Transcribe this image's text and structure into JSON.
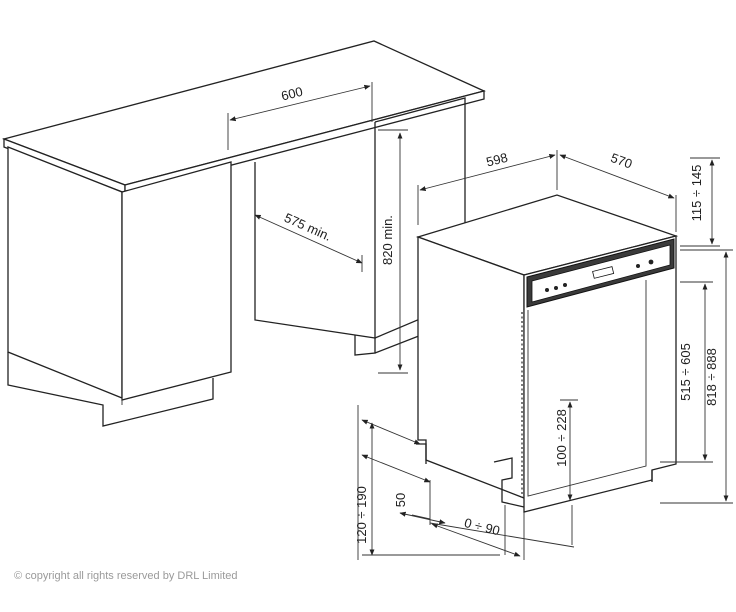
{
  "dimensions": {
    "worktop_width": "600",
    "niche_depth": "575 min.",
    "niche_height": "820 min.",
    "appliance_width": "598",
    "appliance_depth": "570",
    "top_gap": "115 ÷ 145",
    "door_height": "515 ÷ 605",
    "total_height": "818 ÷ 888",
    "plinth_height": "100 ÷ 228",
    "plinth_setback": "50",
    "foot_range": "0 ÷ 90",
    "feet_height": "120 ÷ 190"
  },
  "copyright": "© copyright all rights reserved by DRL Limited",
  "colors": {
    "line": "#222222",
    "panel": "#3a3a3a",
    "copyright": "#9a9a9a"
  }
}
